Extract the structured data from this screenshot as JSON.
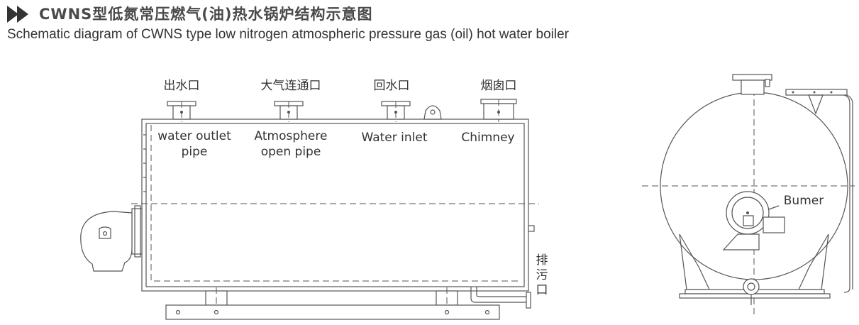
{
  "title": {
    "zh": "CWNS型低氮常压燃气(油)热水锅炉结构示意图",
    "en": "Schematic diagram of CWNS type low nitrogen atmospheric pressure gas (oil) hot water boiler"
  },
  "labels": {
    "outlet_zh": "出水口",
    "outlet_en_1": "water outlet",
    "outlet_en_2": "pipe",
    "atmos_zh": "大气连通口",
    "atmos_en_1": "Atmosphere",
    "atmos_en_2": "open pipe",
    "inlet_zh": "回水口",
    "inlet_en": "Water inlet",
    "chimney_zh": "烟囱口",
    "chimney_en": "Chimney",
    "drain_zh_1": "排",
    "drain_zh_2": "污",
    "drain_zh_3": "口",
    "burner_en": "Bumer"
  }
}
